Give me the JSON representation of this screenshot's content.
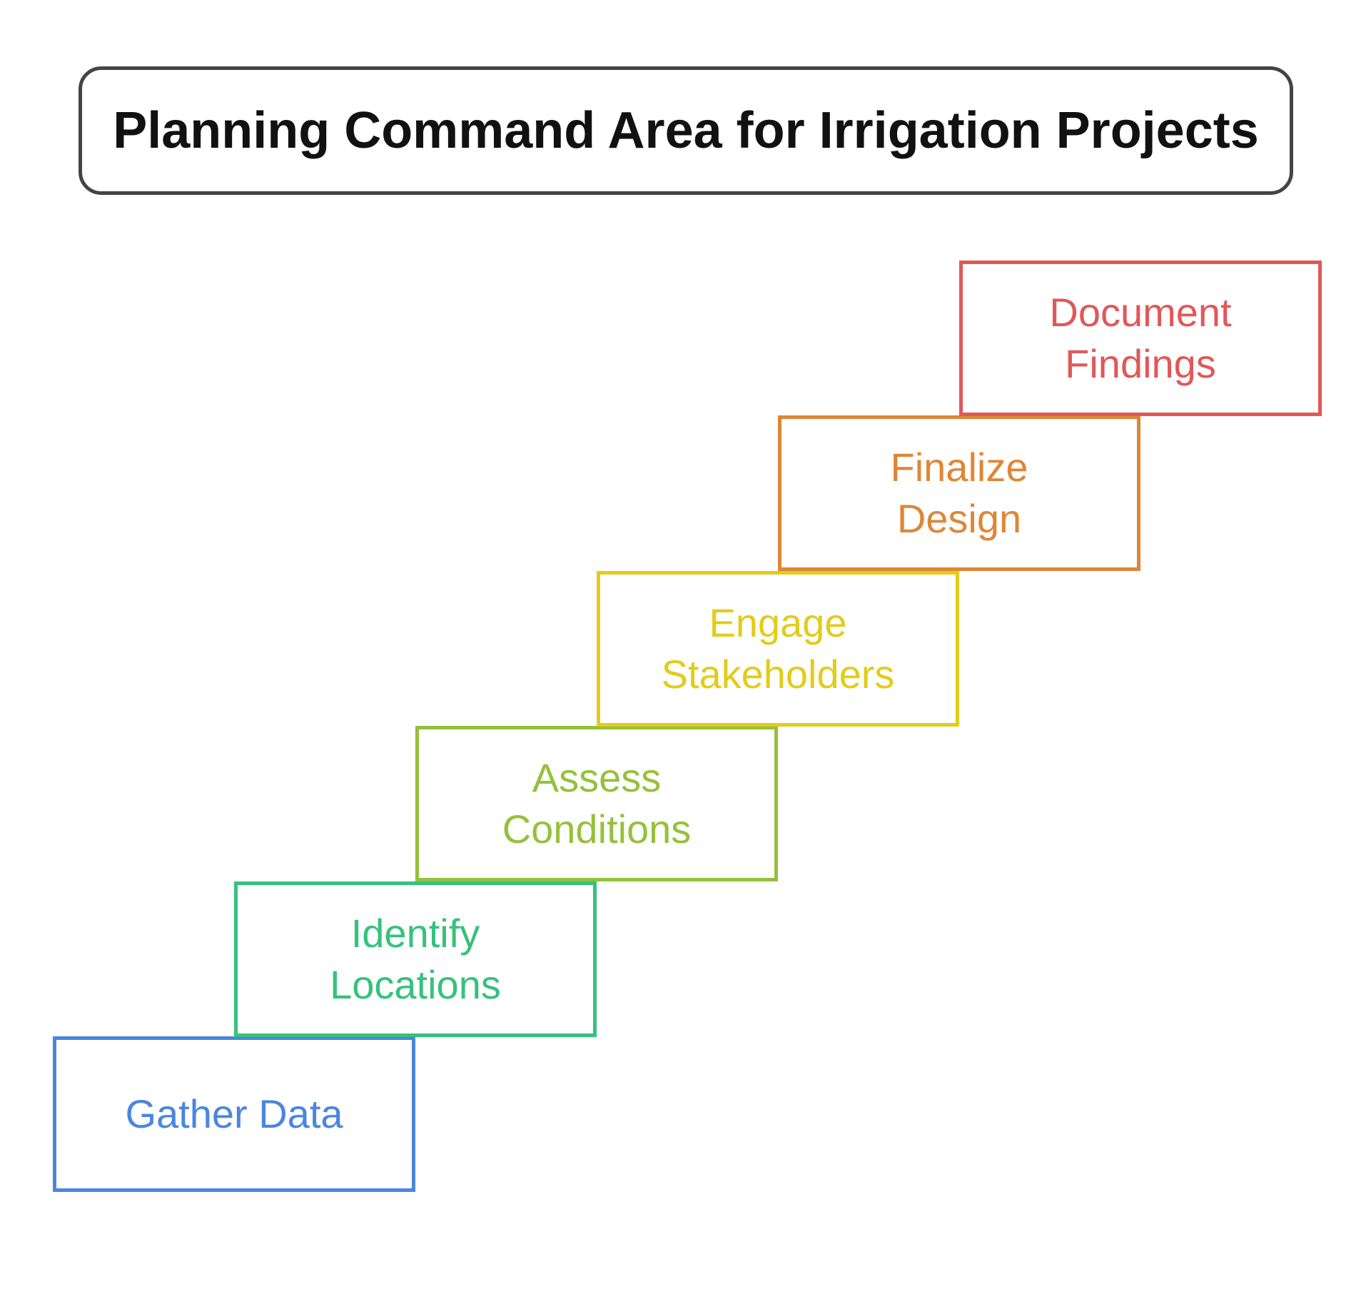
{
  "title": "Planning Command Area for Irrigation Projects",
  "steps": [
    {
      "label": "Gather Data",
      "color": "#4A86E0"
    },
    {
      "label": "Identify Locations",
      "color": "#35C27B"
    },
    {
      "label": "Assess Conditions",
      "color": "#94C13B"
    },
    {
      "label": "Engage Stakeholders",
      "color": "#E2CC1B"
    },
    {
      "label": "Finalize Design",
      "color": "#DF8636"
    },
    {
      "label": "Document Findings",
      "color": "#E05858"
    }
  ]
}
